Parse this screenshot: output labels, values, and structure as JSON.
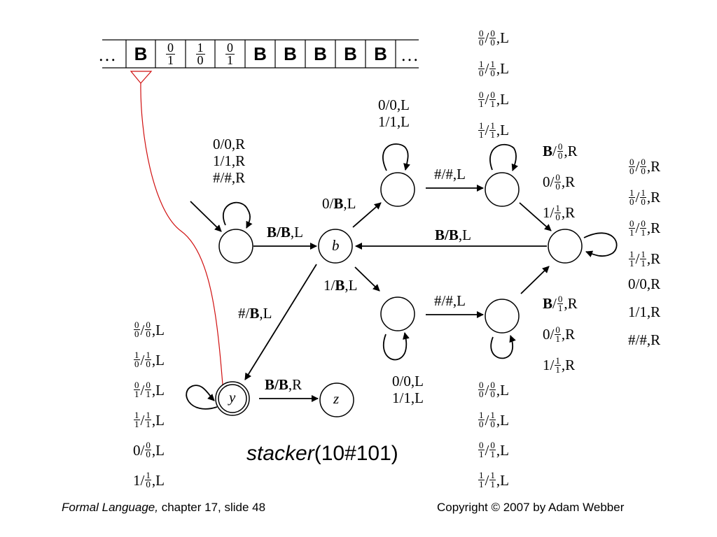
{
  "tape": {
    "ellipsis_left": "…",
    "ellipsis_right": "…",
    "cells": [
      {
        "kind": "B",
        "text": "B"
      },
      {
        "kind": "frac",
        "top": "0",
        "bottom": "1"
      },
      {
        "kind": "frac",
        "top": "1",
        "bottom": "0"
      },
      {
        "kind": "frac",
        "top": "0",
        "bottom": "1"
      },
      {
        "kind": "B",
        "text": "B"
      },
      {
        "kind": "B",
        "text": "B"
      },
      {
        "kind": "B",
        "text": "B"
      },
      {
        "kind": "B",
        "text": "B"
      },
      {
        "kind": "B",
        "text": "B"
      }
    ]
  },
  "states": {
    "b": "b",
    "y": "y",
    "z": "z"
  },
  "labels": {
    "start_loop": [
      "0/0,R",
      "1/1,R",
      "#/#,R"
    ],
    "start_to_b": {
      "pre": "B/B",
      "post": ",L"
    },
    "b_to_upper": {
      "num": "0/",
      "b": "B",
      "post": ",L"
    },
    "b_to_lower": {
      "num": "1/",
      "b": "B",
      "post": ",L"
    },
    "b_to_y": {
      "num": "#/",
      "b": "B",
      "post": ",L"
    },
    "upper1_loop": [
      "0/0,L",
      "1/1,L"
    ],
    "upper1_to_upper2": "#/#,L",
    "lower1_to_lower2": "#/#,L",
    "lower1_loop": [
      "0/0,L",
      "1/1,L"
    ],
    "right_to_b": {
      "pre": "B/B",
      "post": ",L"
    },
    "y_to_z": {
      "pre": "B/B",
      "post": ",R"
    },
    "right_loop_plain": [
      "0/0,R",
      "1/1,R",
      "#/#,R"
    ]
  },
  "frac_labels": {
    "upper2_loop": [
      {
        "a": [
          "0",
          "0"
        ],
        "b": [
          "0",
          "0"
        ],
        "dir": ",L"
      },
      {
        "a": [
          "1",
          "0"
        ],
        "b": [
          "1",
          "0"
        ],
        "dir": ",L"
      },
      {
        "a": [
          "0",
          "1"
        ],
        "b": [
          "0",
          "1"
        ],
        "dir": ",L"
      },
      {
        "a": [
          "1",
          "1"
        ],
        "b": [
          "1",
          "1"
        ],
        "dir": ",L"
      }
    ],
    "upper2_to_right": [
      {
        "pre": "B",
        "b": [
          "0",
          "0"
        ],
        "dir": ",R"
      },
      {
        "pre": "0",
        "b": [
          "0",
          "0"
        ],
        "dir": ",R"
      },
      {
        "pre": "1",
        "b": [
          "1",
          "0"
        ],
        "dir": ",R"
      }
    ],
    "right_loop": [
      {
        "a": [
          "0",
          "0"
        ],
        "b": [
          "0",
          "0"
        ],
        "dir": ",R"
      },
      {
        "a": [
          "1",
          "0"
        ],
        "b": [
          "1",
          "0"
        ],
        "dir": ",R"
      },
      {
        "a": [
          "0",
          "1"
        ],
        "b": [
          "0",
          "1"
        ],
        "dir": ",R"
      },
      {
        "a": [
          "1",
          "1"
        ],
        "b": [
          "1",
          "1"
        ],
        "dir": ",R"
      }
    ],
    "lower2_to_right": [
      {
        "pre": "B",
        "b": [
          "0",
          "1"
        ],
        "dir": ",R"
      },
      {
        "pre": "0",
        "b": [
          "0",
          "1"
        ],
        "dir": ",R"
      },
      {
        "pre": "1",
        "b": [
          "1",
          "1"
        ],
        "dir": ",R"
      }
    ],
    "lower2_loop": [
      {
        "a": [
          "0",
          "0"
        ],
        "b": [
          "0",
          "0"
        ],
        "dir": ",L"
      },
      {
        "a": [
          "1",
          "0"
        ],
        "b": [
          "1",
          "0"
        ],
        "dir": ",L"
      },
      {
        "a": [
          "0",
          "1"
        ],
        "b": [
          "0",
          "1"
        ],
        "dir": ",L"
      },
      {
        "a": [
          "1",
          "1"
        ],
        "b": [
          "1",
          "1"
        ],
        "dir": ",L"
      }
    ],
    "y_loop": [
      {
        "a": [
          "0",
          "0"
        ],
        "b": [
          "0",
          "0"
        ],
        "dir": ",L"
      },
      {
        "a": [
          "1",
          "0"
        ],
        "b": [
          "1",
          "0"
        ],
        "dir": ",L"
      },
      {
        "a": [
          "0",
          "1"
        ],
        "b": [
          "0",
          "1"
        ],
        "dir": ",L"
      },
      {
        "a": [
          "1",
          "1"
        ],
        "b": [
          "1",
          "1"
        ],
        "dir": ",L"
      },
      {
        "pre": "0",
        "b": [
          "0",
          "0"
        ],
        "dir": ",L"
      },
      {
        "pre": "1",
        "b": [
          "1",
          "0"
        ],
        "dir": ",L"
      }
    ]
  },
  "caption": {
    "func": "stacker",
    "arg": "(10#101)"
  },
  "footer": {
    "left_italic": "Formal Language,",
    "left_rest": " chapter 17, slide 48",
    "right": "Copyright © 2007 by Adam Webber"
  }
}
